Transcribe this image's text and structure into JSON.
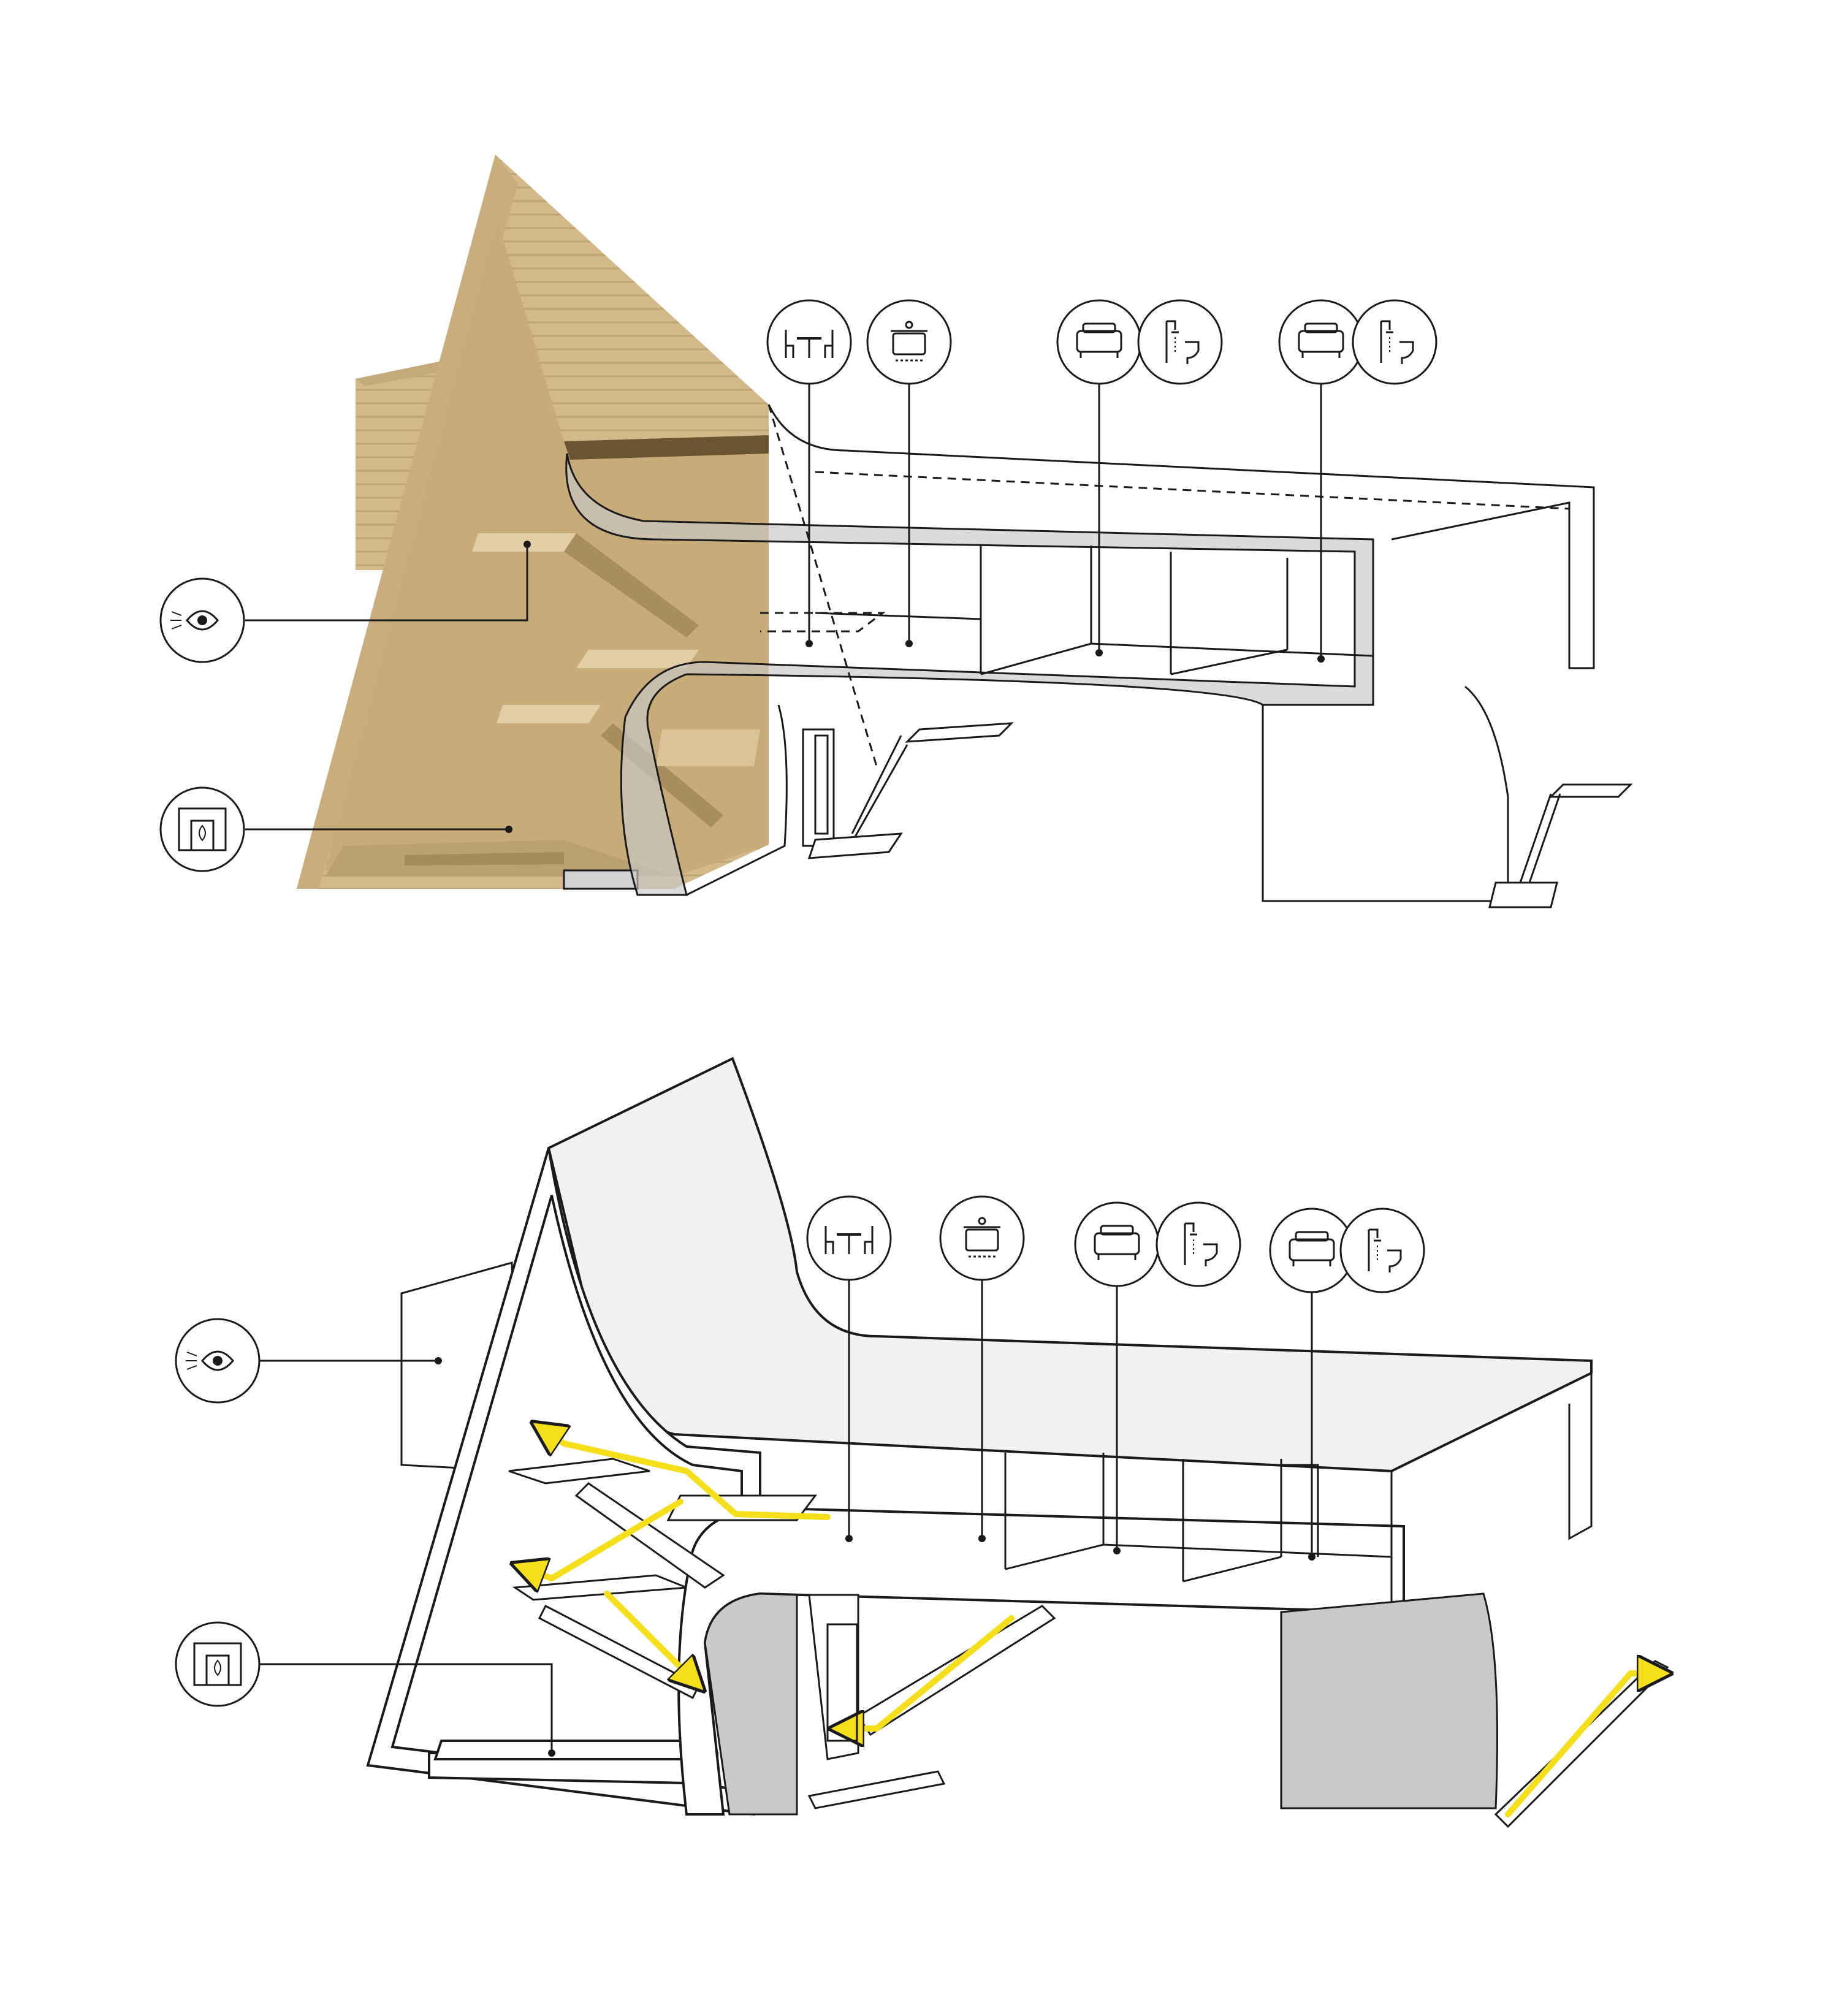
{
  "diagrams": [
    {
      "view": "textured-model",
      "icons": [
        "eye-view-icon",
        "fireplace-icon",
        "dining-icon",
        "kitchen-pot-icon",
        "bed-icon",
        "shower-toilet-icon",
        "bed-icon",
        "shower-toilet-icon"
      ]
    },
    {
      "view": "line-model-with-circulation",
      "icons": [
        "eye-view-icon",
        "fireplace-icon",
        "dining-icon",
        "kitchen-pot-icon",
        "bed-icon",
        "shower-toilet-icon",
        "bed-icon",
        "shower-toilet-icon"
      ],
      "circulation_arrows": 5
    }
  ],
  "colors": {
    "background": "#ffffff",
    "line": "#1a1a1a",
    "textured_fill": "#d3b98a",
    "textured_shade": "#b09468",
    "textured_dark": "#6b5432",
    "roof_fill": "#f2f0f0",
    "wall_shade": "#c9c9c9",
    "circulation_arrow": "#f5de1a"
  }
}
